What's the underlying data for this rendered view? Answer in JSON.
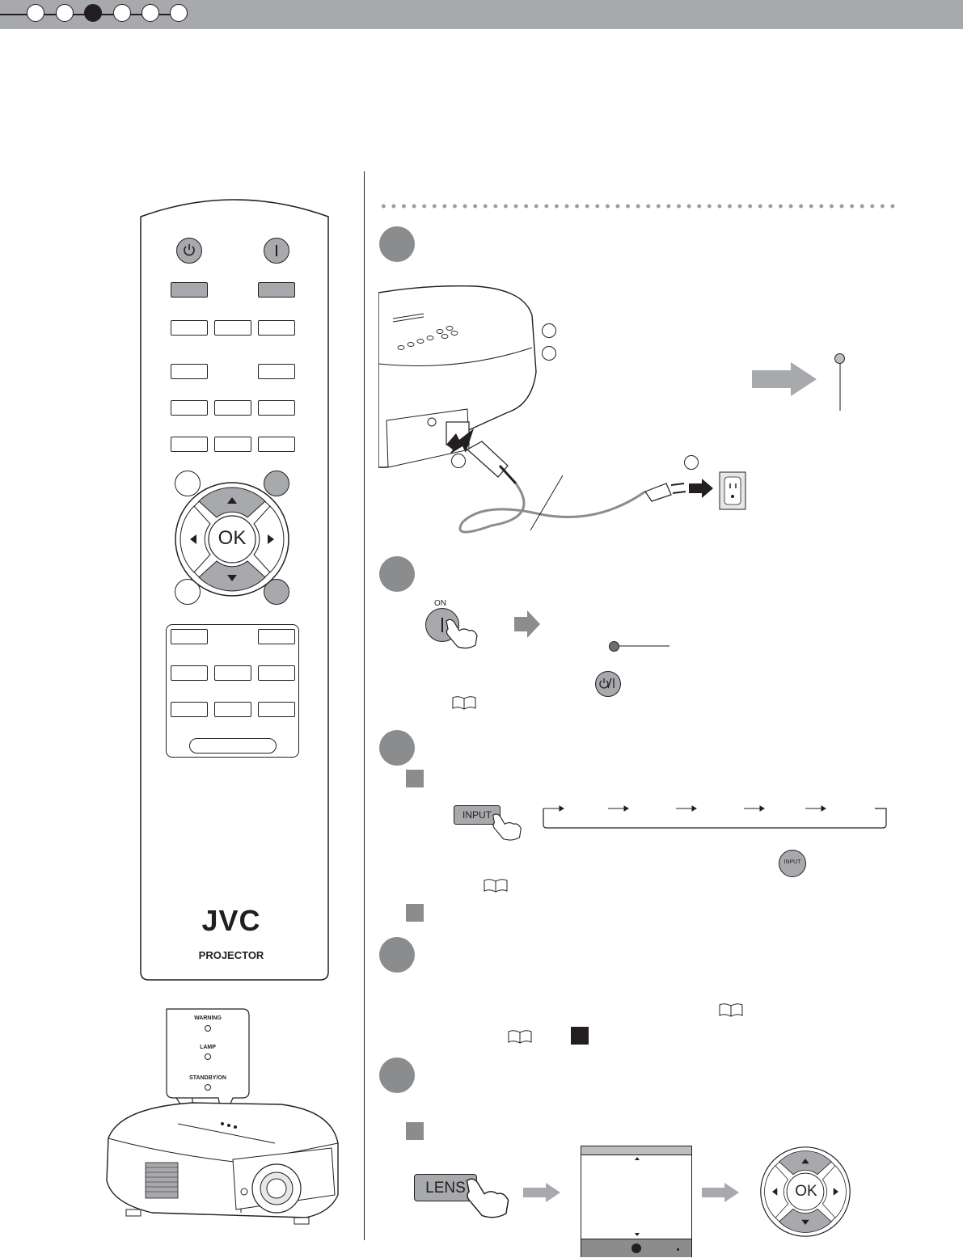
{
  "header": {
    "step_count": 6,
    "active_step": 3
  },
  "remote": {
    "ok_label": "OK",
    "brand": "JVC",
    "model": "PROJECTOR"
  },
  "indicator_panel": {
    "warning": "WARNING",
    "lamp": "LAMP",
    "standby": "STANDBY/ON"
  },
  "steps": {
    "on_label": "ON",
    "input_label": "INPUT",
    "input_icon_label": "INPUT",
    "lens_label": "LENS",
    "lens_dpad_ok": "OK"
  },
  "colors": {
    "header": "#a7a9ac",
    "step_circle": "#8a8c8e",
    "button_grey": "#a7a9ac"
  }
}
